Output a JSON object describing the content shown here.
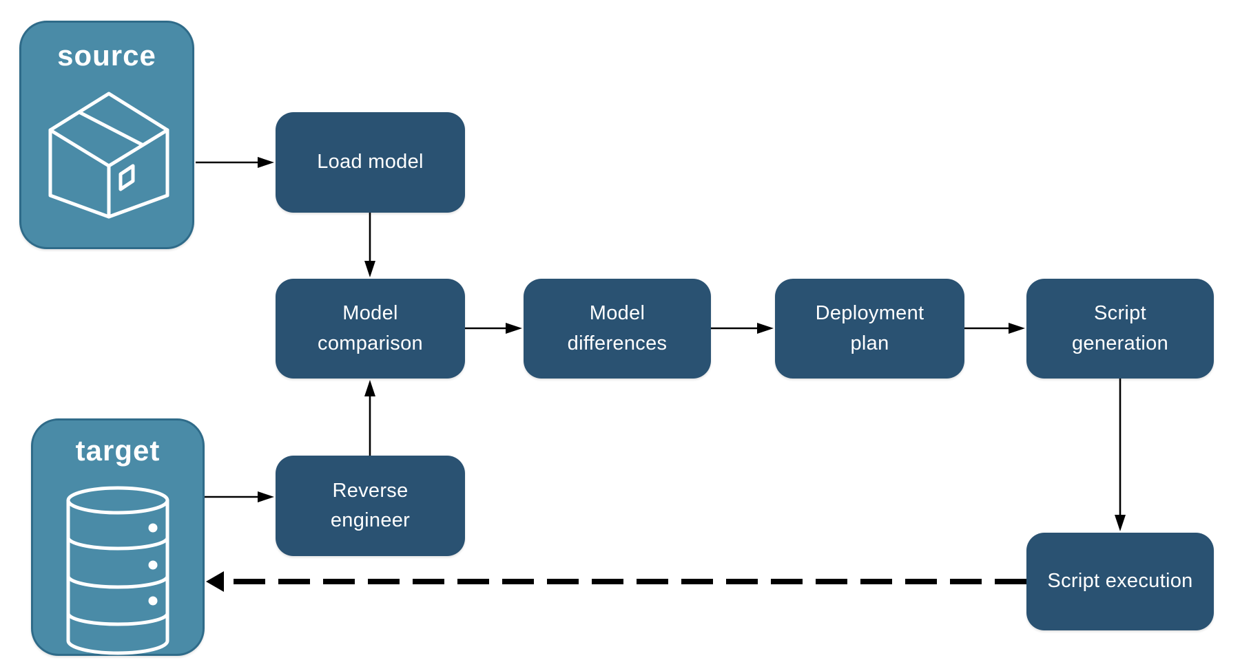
{
  "endpoints": {
    "source": {
      "label": "source",
      "icon": "package-icon"
    },
    "target": {
      "label": "target",
      "icon": "database-icon"
    }
  },
  "nodes": {
    "load_model": {
      "label": "Load model"
    },
    "model_comparison": {
      "label": "Model comparison"
    },
    "model_differences": {
      "label": "Model differences"
    },
    "deployment_plan": {
      "label": "Deployment plan"
    },
    "script_generation": {
      "label": "Script generation"
    },
    "reverse_engineer": {
      "label": "Reverse engineer"
    },
    "script_execution": {
      "label": "Script execution"
    }
  },
  "edges": [
    {
      "from": "source",
      "to": "load_model",
      "style": "solid"
    },
    {
      "from": "load_model",
      "to": "model_comparison",
      "style": "solid"
    },
    {
      "from": "model_comparison",
      "to": "model_differences",
      "style": "solid"
    },
    {
      "from": "model_differences",
      "to": "deployment_plan",
      "style": "solid"
    },
    {
      "from": "deployment_plan",
      "to": "script_generation",
      "style": "solid"
    },
    {
      "from": "script_generation",
      "to": "script_execution",
      "style": "solid"
    },
    {
      "from": "reverse_engineer",
      "to": "model_comparison",
      "style": "solid"
    },
    {
      "from": "target",
      "to": "reverse_engineer",
      "style": "solid"
    },
    {
      "from": "script_execution",
      "to": "target",
      "style": "dashed"
    }
  ],
  "colors": {
    "bg_color": "#ffffff",
    "node_fill": "#2A5272",
    "endpoint_fill": "#4A8BA7",
    "endpoint_border": "#2F6B89",
    "text_color": "#ffffff",
    "arrow_color": "#000000"
  }
}
